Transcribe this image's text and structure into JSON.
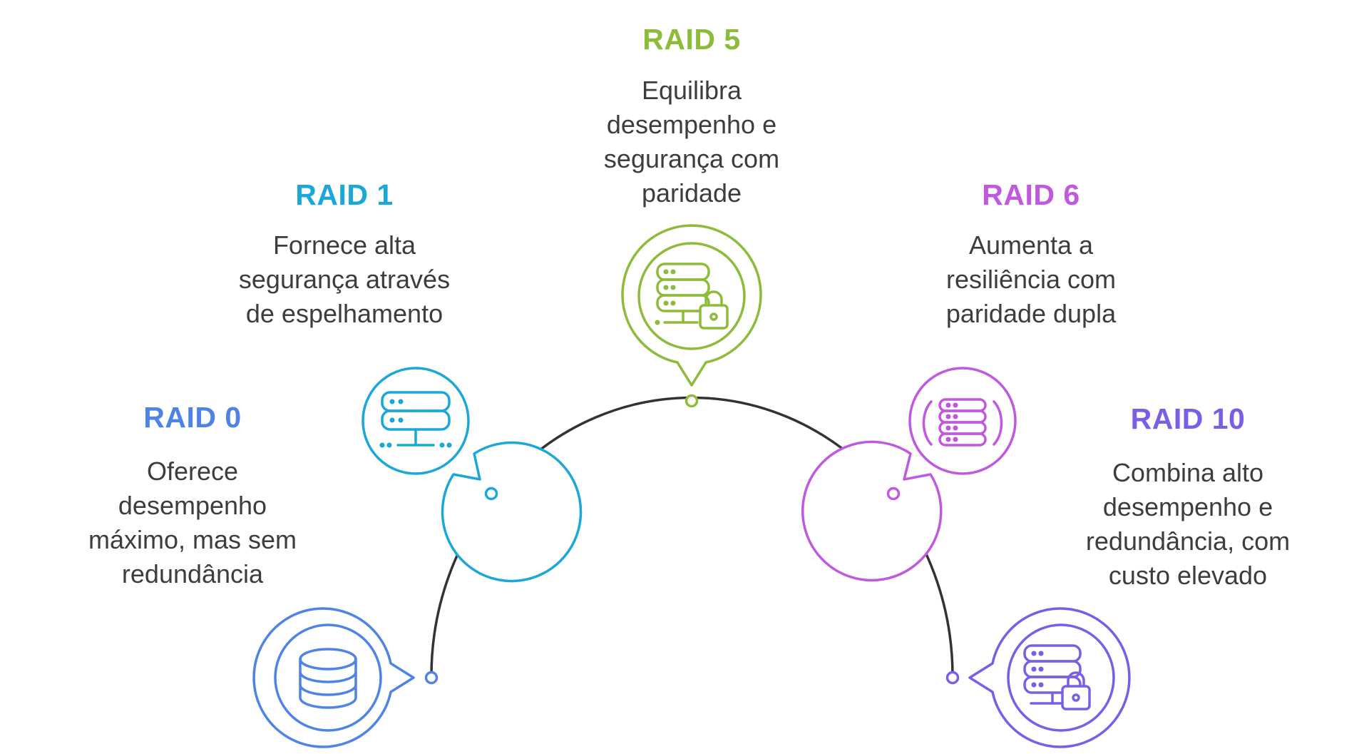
{
  "colors": {
    "raid0": "#4f84e6",
    "raid1": "#1ba8d8",
    "raid5": "#8dbb3a",
    "raid6": "#c058e0",
    "raid10": "#7a5ee6",
    "arc": "#333333",
    "text": "#3d3d3d"
  },
  "items": [
    {
      "title": "RAID 0",
      "description": "Oferece\ndesempenho\nmáximo, mas sem\nredundância",
      "icon": "database-icon"
    },
    {
      "title": "RAID 1",
      "description": "Fornece alta\nsegurança através\nde espelhamento",
      "icon": "server-network-icon"
    },
    {
      "title": "RAID 5",
      "description": "Equilibra\ndesempenho e\nsegurança com\nparidade",
      "icon": "server-lock-icon"
    },
    {
      "title": "RAID 6",
      "description": "Aumenta a\nresiliência com\nparidade dupla",
      "icon": "server-stack-icon"
    },
    {
      "title": "RAID 10",
      "description": "Combina alto\ndesempenho e\nredundância, com\ncusto elevado",
      "icon": "server-lock-icon"
    }
  ]
}
